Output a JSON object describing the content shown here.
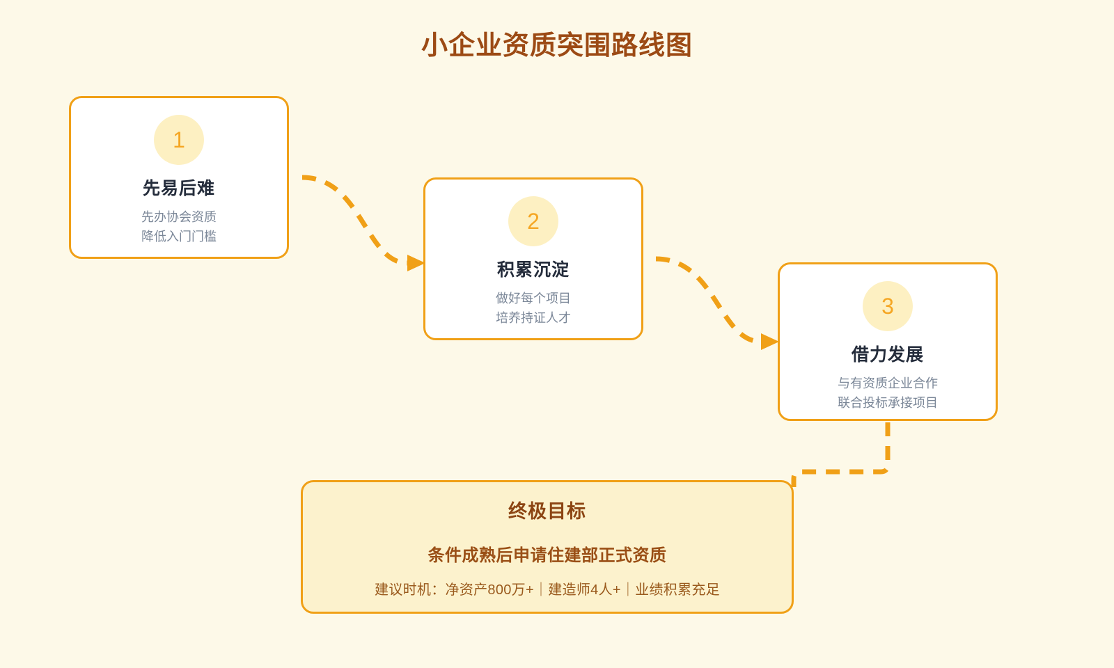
{
  "page": {
    "title": "小企业资质突围路线图",
    "background_color": "#FDF9E8",
    "accent_color": "#F0A017",
    "title_color": "#9C4A14"
  },
  "steps": [
    {
      "number": "1",
      "title": "先易后难",
      "desc_line1": "先办协会资质",
      "desc_line2": "降低入门门槛"
    },
    {
      "number": "2",
      "title": "积累沉淀",
      "desc_line1": "做好每个项目",
      "desc_line2": "培养持证人才"
    },
    {
      "number": "3",
      "title": "借力发展",
      "desc_line1": "与有资质企业合作",
      "desc_line2": "联合投标承接项目"
    }
  ],
  "goal": {
    "title": "终极目标",
    "main": "条件成熟后申请住建部正式资质",
    "sub": "建议时机：净资产800万+｜建造师4人+｜业绩积累充足"
  },
  "connectors": [
    {
      "name": "step1-to-step2",
      "style": "dashed-curve",
      "arrow": true
    },
    {
      "name": "step2-to-step3",
      "style": "dashed-curve",
      "arrow": true
    },
    {
      "name": "step3-to-goal",
      "style": "dashed-elbow",
      "arrow": false
    }
  ]
}
